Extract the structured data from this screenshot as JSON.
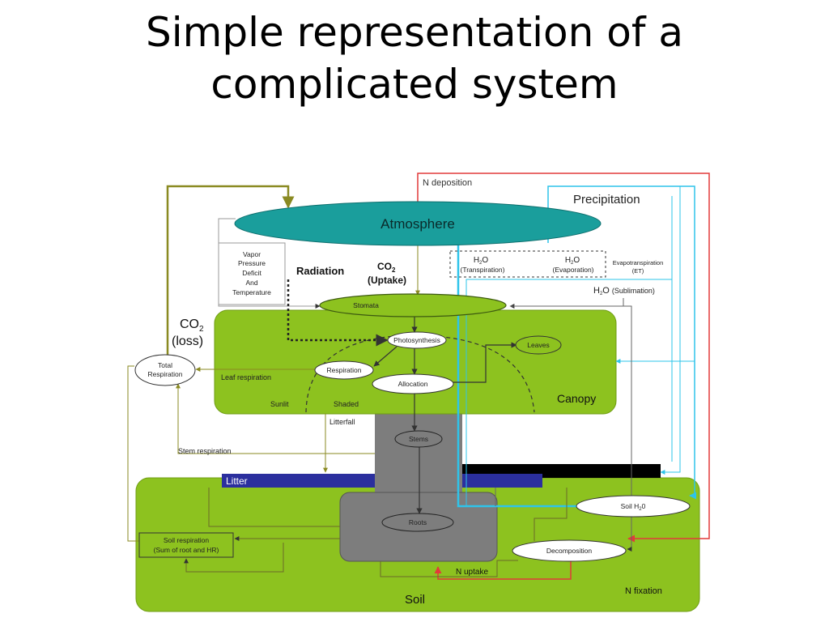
{
  "title_line1": "Simple representation of a",
  "title_line2": "complicated system",
  "colors": {
    "green": "#8dc21f",
    "gray": "#7d7d7d",
    "teal": "#1a9e9c",
    "litter": "#2b2f9e",
    "n_red": "#e23a3a",
    "water_blue": "#2ec4ea",
    "olive": "#8a8a22"
  },
  "labels": {
    "atmosphere": "Atmosphere",
    "precipitation": "Precipitation",
    "n_deposition": "N deposition",
    "vapor": [
      "Vapor",
      "Pressure",
      "Deficit",
      "And",
      "Temperature"
    ],
    "radiation": "Radiation",
    "co2_uptake_1": "CO",
    "co2_uptake_sub": "2",
    "co2_uptake_2": "(Uptake)",
    "h2o": "H",
    "h2o_sub": "2",
    "h2o_o": "O",
    "transpiration": "(Transpiration)",
    "evaporation": "(Evaporation)",
    "evapotranspiration": "Evapotranspiration",
    "et": "(ET)",
    "sublimation": "(Sublimation)",
    "stomata": "Stomata",
    "co2_loss_1": "CO",
    "co2_loss_sub": "2",
    "co2_loss_2": "(loss)",
    "photosynthesis": "Photosynthesis",
    "leaves": "Leaves",
    "total_respiration_1": "Total",
    "total_respiration_2": "Respiration",
    "respiration": "Respiration",
    "leaf_respiration": "Leaf respiration",
    "allocation": "Allocation",
    "sunlit": "Sunlit",
    "shaded": "Shaded",
    "canopy": "Canopy",
    "litterfall": "Litterfall",
    "stems": "Stems",
    "stem_respiration": "Stem respiration",
    "litter": "Litter",
    "soil_h2o_1": "Soil H",
    "soil_h2o_sub": "2",
    "soil_h2o_2": "0",
    "roots": "Roots",
    "soil_respiration_1": "Soil respiration",
    "soil_respiration_2": "(Sum of root and HR)",
    "decomposition": "Decomposition",
    "n_uptake": "N uptake",
    "n_fixation": "N fixation",
    "soil": "Soil"
  }
}
